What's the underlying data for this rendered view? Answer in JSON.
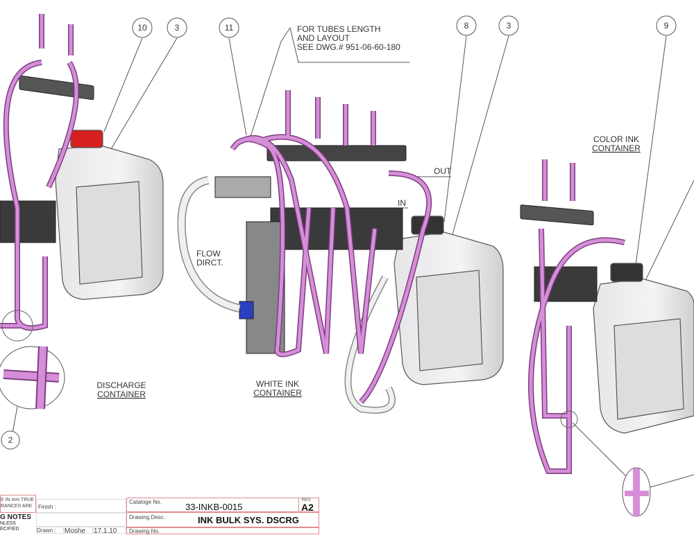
{
  "note": {
    "line1": "FOR TUBES LENGTH",
    "line2": "AND LAYOUT",
    "line3": "SEE DWG.# 951-06-60-180"
  },
  "balloons": [
    "10",
    "3",
    "11",
    "8",
    "3",
    "9",
    "2"
  ],
  "labels": {
    "discharge": [
      "DISCHARGE",
      "CONTAINER"
    ],
    "white_ink": [
      "WHITE INK",
      "CONTAINER"
    ],
    "color_ink": [
      "COLOR INK",
      "CONTAINER"
    ],
    "flow": [
      "FLOW",
      "DIRCT."
    ],
    "in": "IN",
    "out": "OUT"
  },
  "title_block": {
    "tolerance_1": "E IN mm TRUE",
    "tolerance_2": "RANCES ARE",
    "notes_title": "G NOTES",
    "notes_1": "NLESS",
    "notes_2": "ECIFIED",
    "finish_label": "Finish :",
    "drawn_label": "Drawn :",
    "drawn_by": "Moshe",
    "drawn_date": "17.1.10",
    "catalog_label": "Cataloge No.",
    "catalog_no": "33-INKB-0015",
    "rev_label": "REV.",
    "rev": "A2",
    "desc_label": "Drawing  Desc.",
    "desc": "INK BULK SYS. DSCRG",
    "drawing_no_label": "Drawing  No."
  },
  "colors": {
    "tube": "#d68ed8",
    "tube_outline": "#7b3d7e",
    "cap_red": "#d62020",
    "border": "#e08a90"
  }
}
